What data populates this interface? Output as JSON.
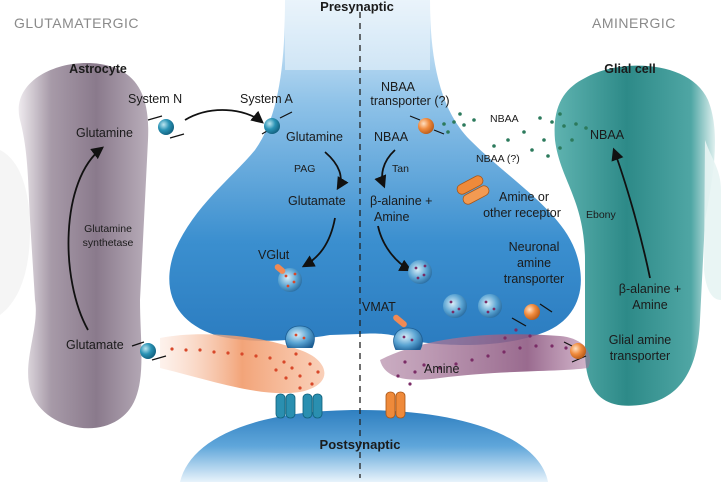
{
  "headers": {
    "glutamatergic": "GLUTAMATERGIC",
    "aminergic": "AMINERGIC"
  },
  "cells": {
    "presynaptic": "Presynaptic",
    "postsynaptic": "Postsynaptic",
    "astrocyte": "Astrocyte",
    "glial_cell": "Glial cell"
  },
  "labels": {
    "system_n": "System N",
    "system_a": "System A",
    "astro_glutamine": "Glutamine",
    "glutamine_synthetase_1": "Glutamine",
    "glutamine_synthetase_2": "synthetase",
    "astro_glutamate": "Glutamate",
    "pre_glutamine": "Glutamine",
    "pag": "PAG",
    "pre_glutamate": "Glutamate",
    "vglut": "VGlut",
    "nbaa_transporter_1": "NBAA",
    "nbaa_transporter_2": "transporter (?)",
    "pre_nbaa": "NBAA",
    "tan": "Tan",
    "beta_alanine_amine_1": "β-alanine +",
    "beta_alanine_amine_2": "Amine",
    "amine_receptor_1": "Amine or",
    "amine_receptor_2": "other receptor",
    "neuronal_amine_1": "Neuronal",
    "neuronal_amine_2": "amine",
    "neuronal_amine_3": "transporter",
    "vmat": "VMAT",
    "cleft_amine": "Amine",
    "glial_nbaa": "NBAA",
    "ebony": "Ebony",
    "glial_beta_1": "β-alanine +",
    "glial_beta_2": "Amine",
    "glial_amine_transporter_1": "Glial amine",
    "glial_amine_transporter_2": "transporter",
    "nbaa_dots": "NBAA",
    "nbaa_dots_q": "NBAA (?)"
  },
  "colors": {
    "astrocyte": "#8d7d8f",
    "glial_cell": "#2f8c8a",
    "neuron": "#3f8fc9",
    "glutamate_release": "#f08a55",
    "amine_release": "#9a5a86",
    "transporter_sphere": "#1f86a8",
    "amine_transporter_sphere": "#ef8a3a",
    "nbaa_dots": "#2c7a5c"
  }
}
